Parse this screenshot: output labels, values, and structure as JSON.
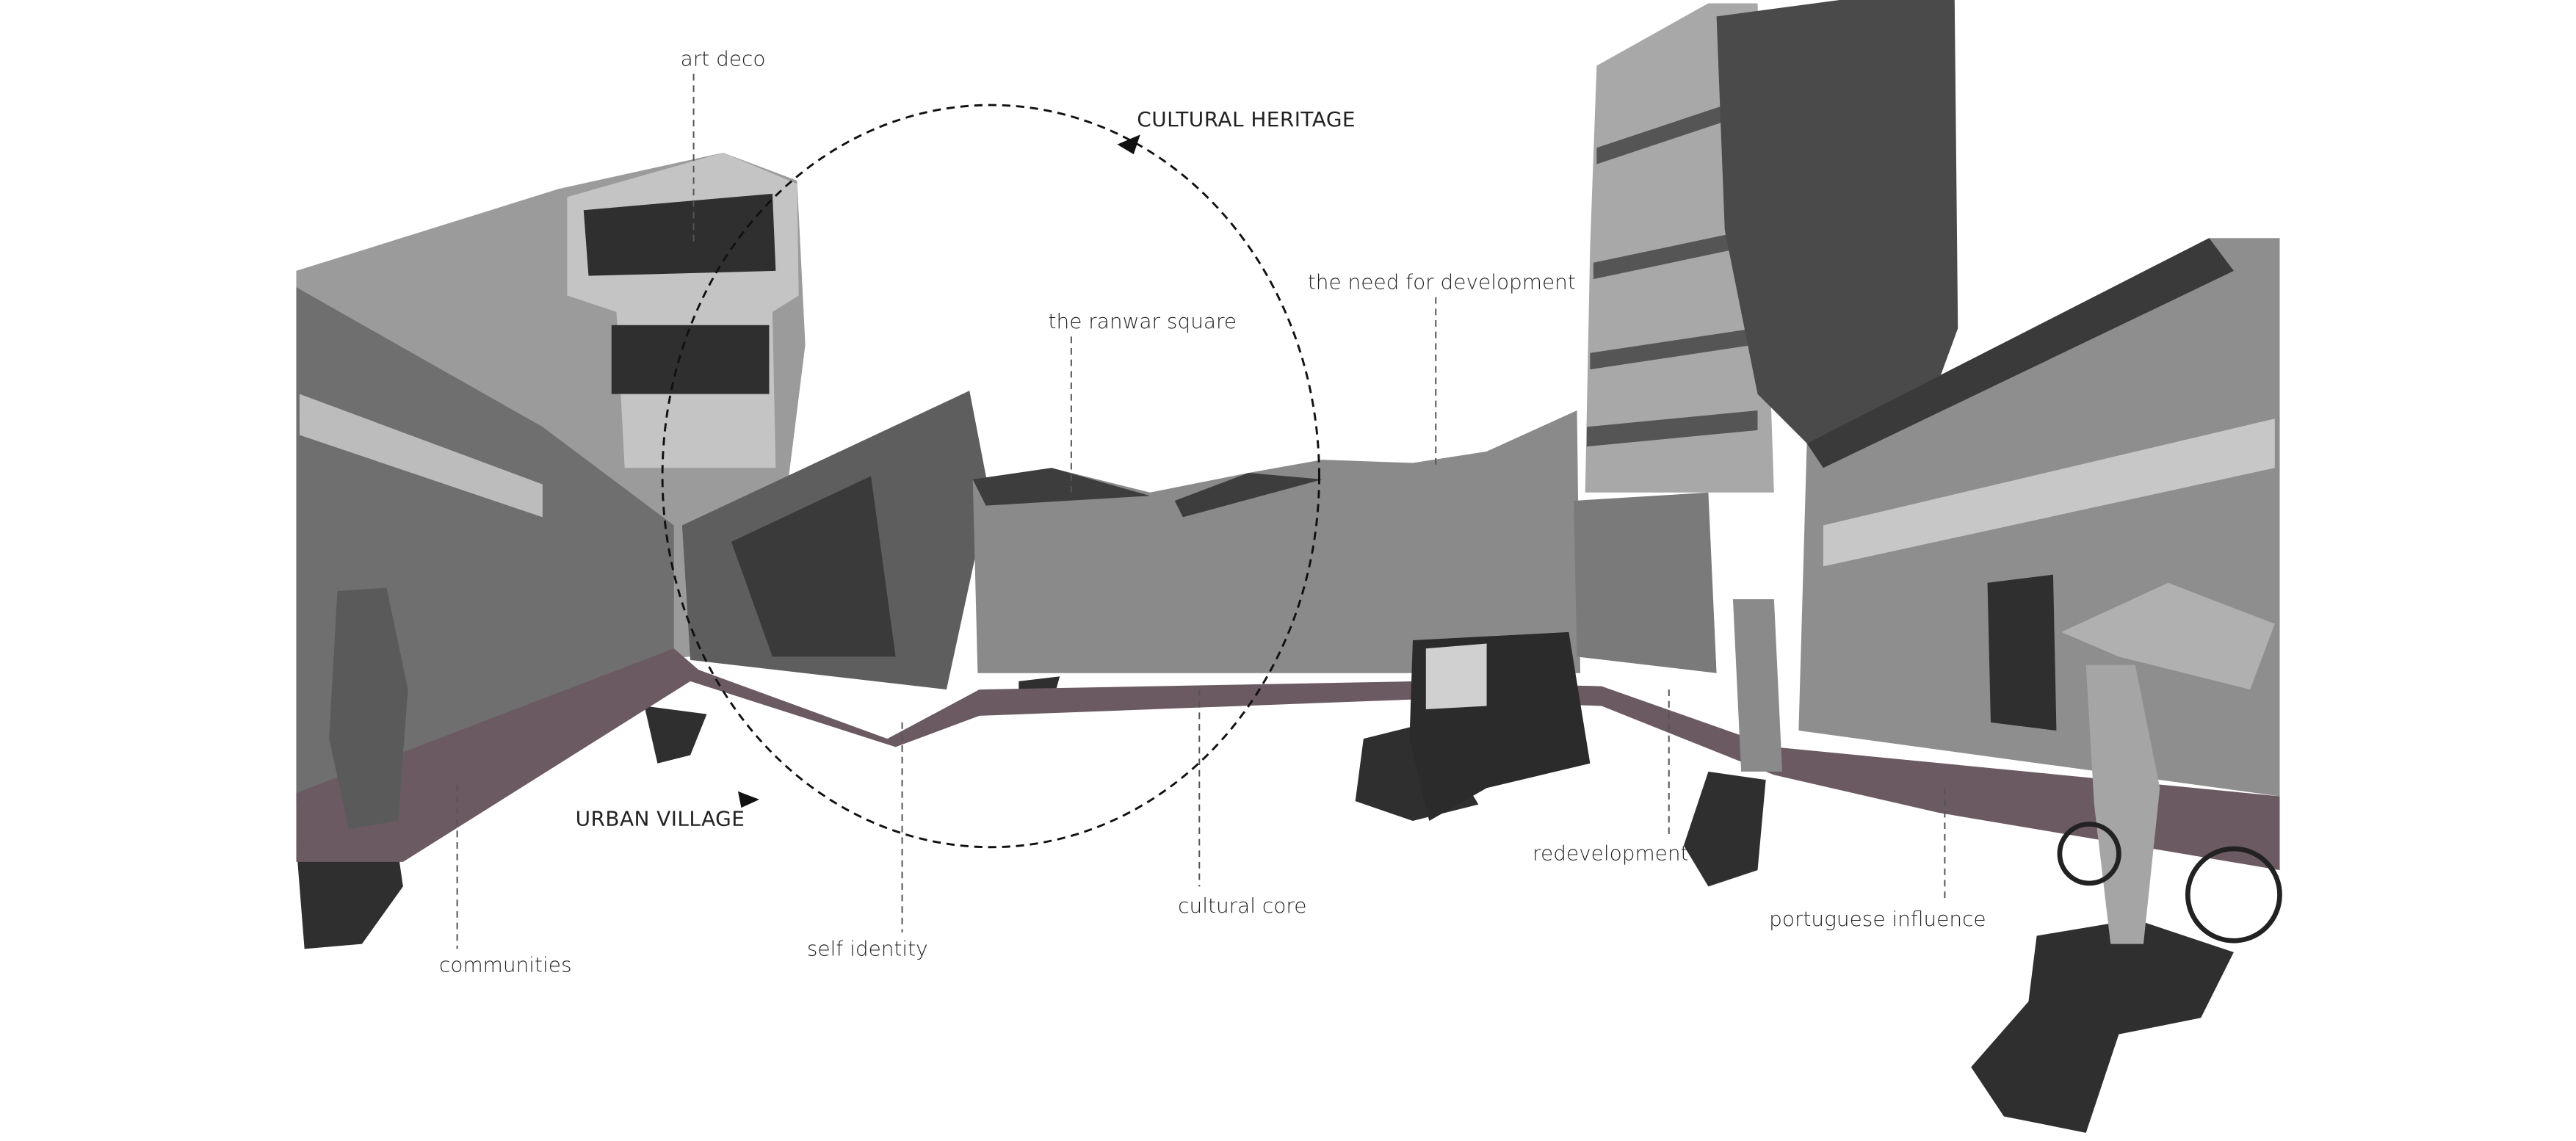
{
  "diagram": {
    "cycle_labels": {
      "top": "CULTURAL HERITAGE",
      "bottom": "URBAN VILLAGE"
    },
    "annotations": [
      {
        "text": "art deco"
      },
      {
        "text": "the ranwar square"
      },
      {
        "text": "the need for development"
      },
      {
        "text": "communities"
      },
      {
        "text": "self identity"
      },
      {
        "text": "cultural core"
      },
      {
        "text": "redevelopment"
      },
      {
        "text": "portuguese influence"
      }
    ],
    "colors": {
      "street": "#6c5a62",
      "photo_dark": "#3a3a3a",
      "photo_mid": "#8a8a8a",
      "photo_light": "#c9c9c9",
      "shadow": "#2e2e2e"
    }
  }
}
